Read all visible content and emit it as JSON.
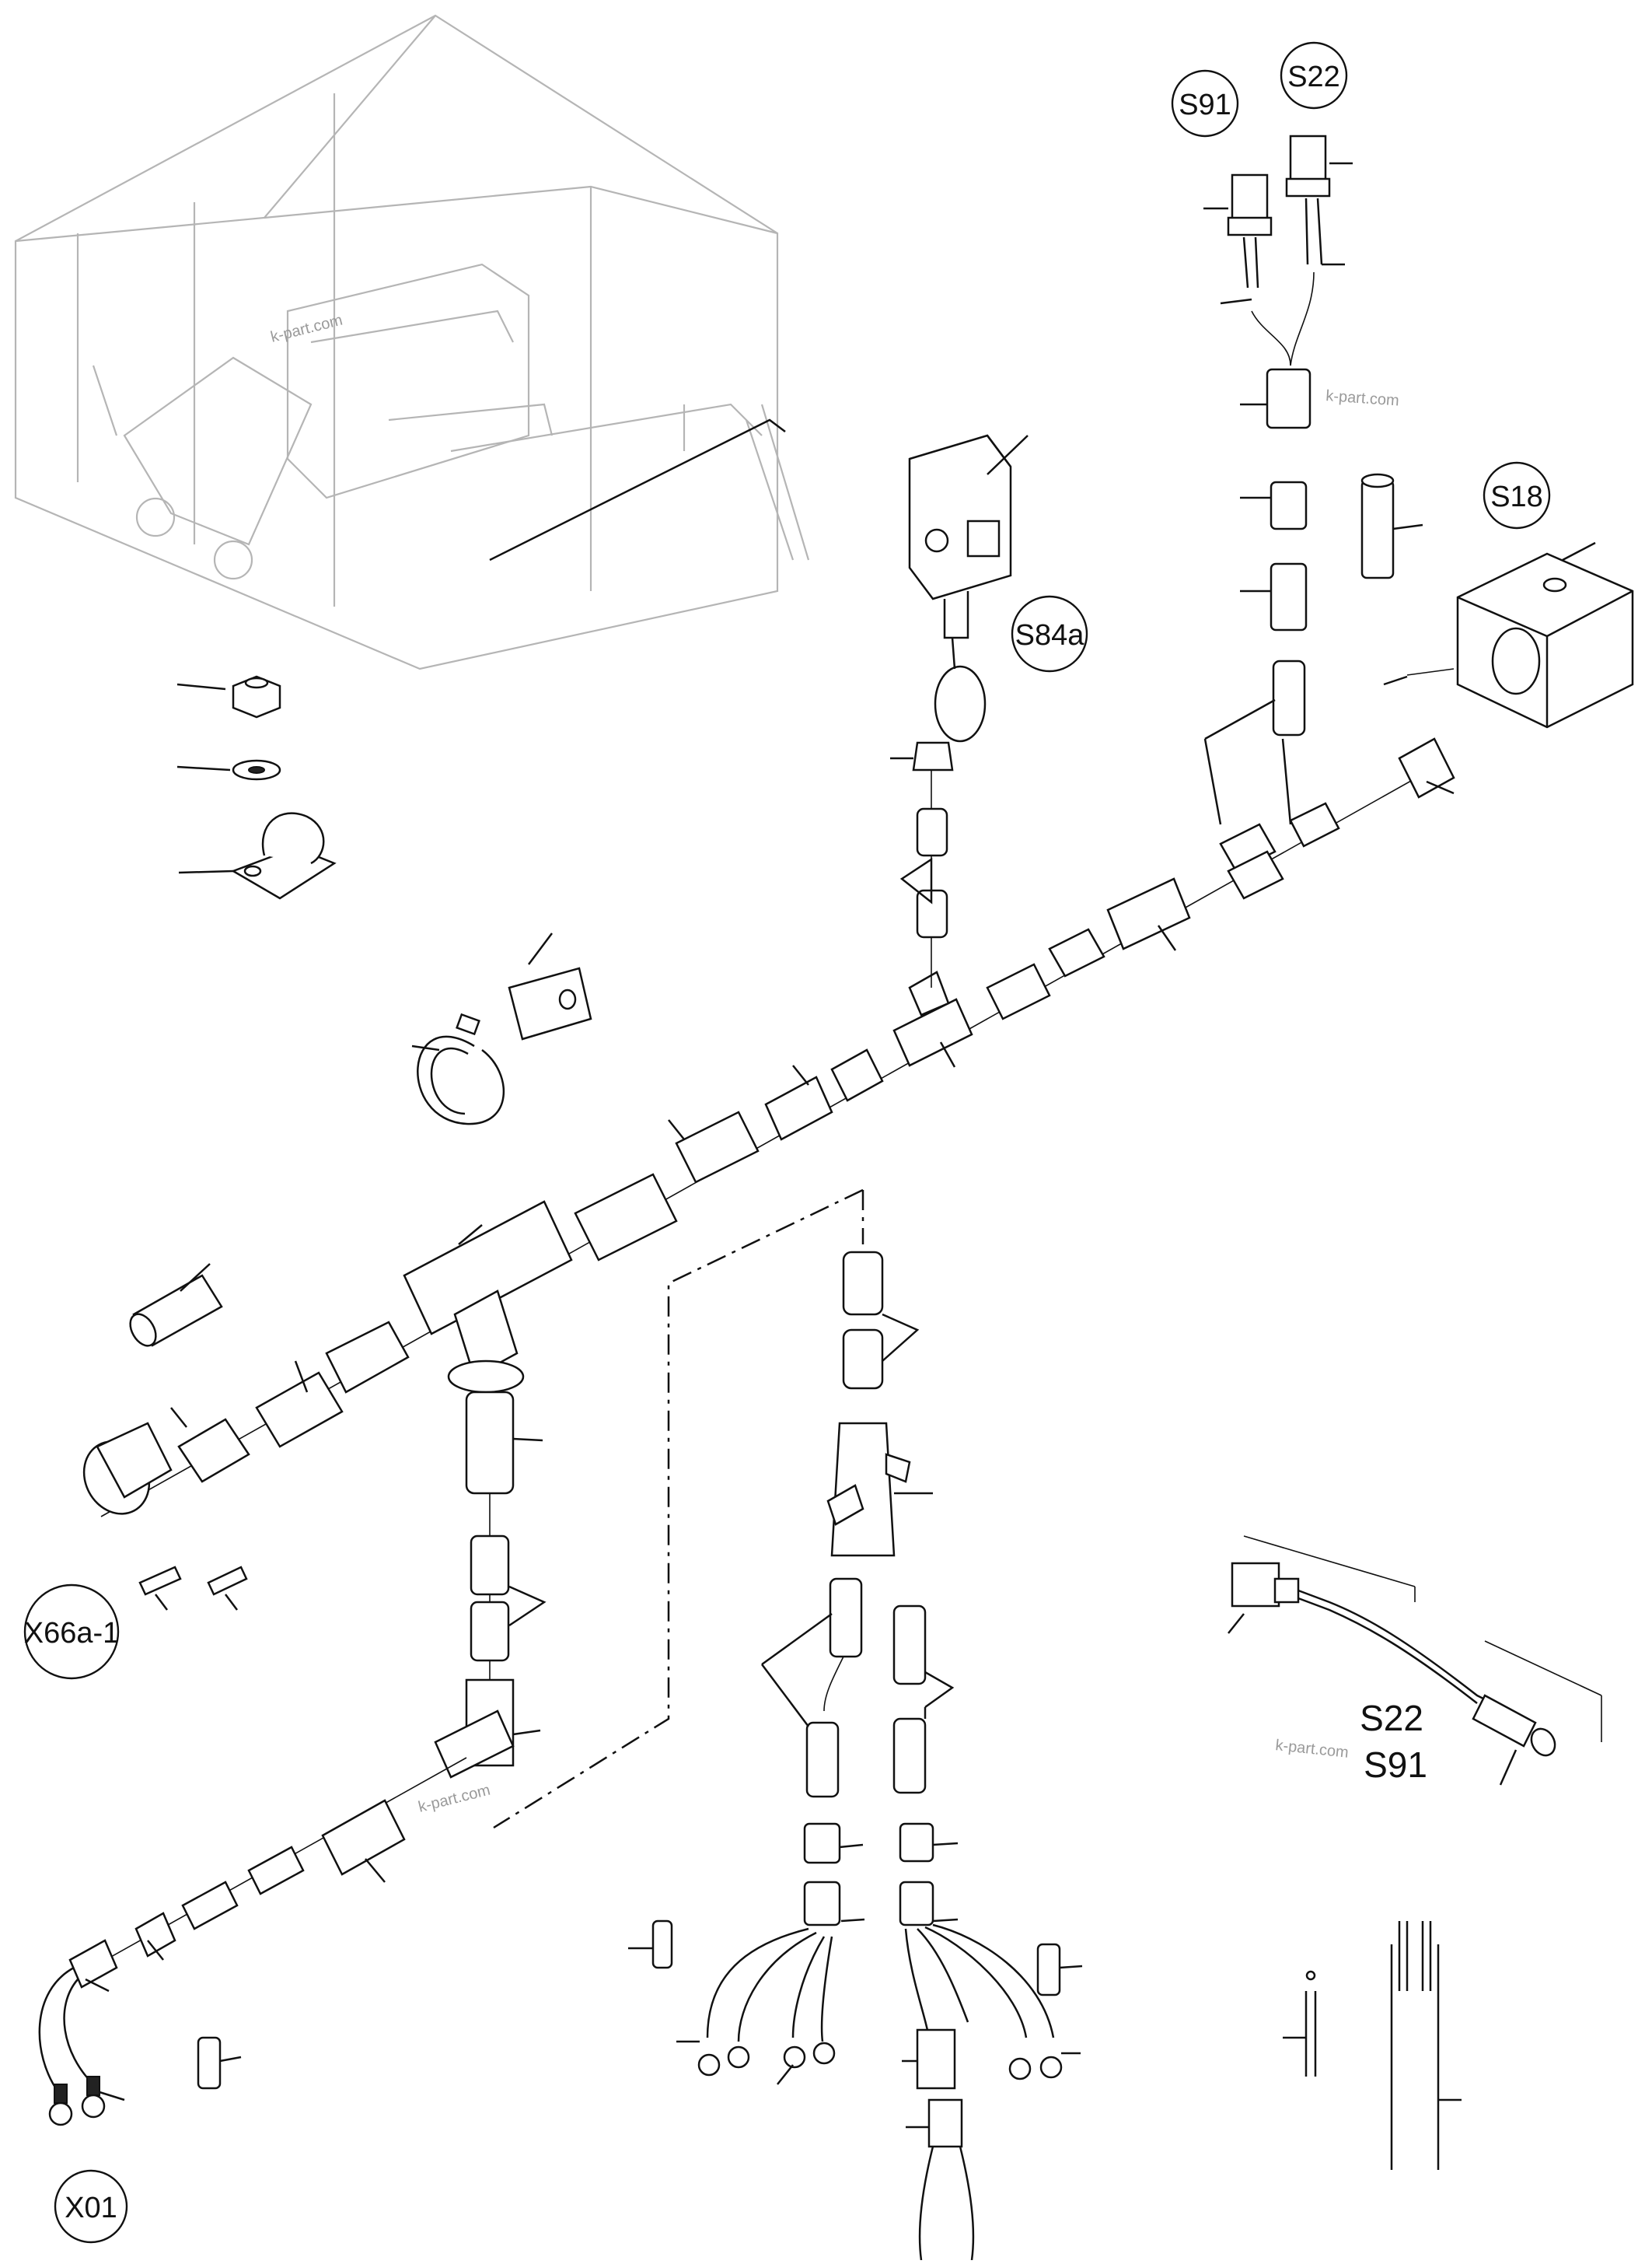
{
  "callouts": {
    "S91": "S91",
    "S22": "S22",
    "S18": "S18",
    "S84a": "S84a",
    "X66a_1": "X66a-1",
    "X01": "X01"
  },
  "sensor_detail_label": {
    "line1": "S22",
    "line2": "S91"
  },
  "watermarks": [
    "k-part.com",
    "k-part.com",
    "k-part.com",
    "k-part.com"
  ]
}
